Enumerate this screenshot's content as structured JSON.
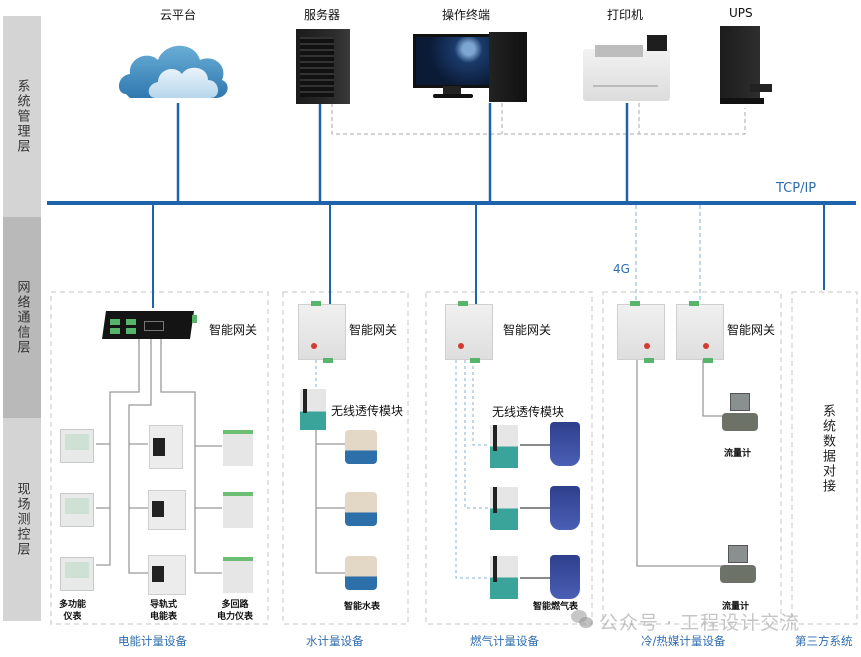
{
  "layers": [
    {
      "label": "系统管理层"
    },
    {
      "label": "网络通信层"
    },
    {
      "label": "现场测控层"
    }
  ],
  "top_devices": [
    {
      "label": "云平台",
      "icon": "cloud-icon"
    },
    {
      "label": "服务器",
      "icon": "server-icon"
    },
    {
      "label": "操作终端",
      "icon": "desktop-computer-icon"
    },
    {
      "label": "打印机",
      "icon": "printer-icon"
    },
    {
      "label": "UPS",
      "icon": "ups-icon"
    }
  ],
  "network": {
    "bus_label": "TCP/IP",
    "wireless_label": "4G"
  },
  "sections": {
    "electric": {
      "gateway_label": "智能网关",
      "devices": [
        {
          "label_line1": "多功能",
          "label_line2": "仪表"
        },
        {
          "label_line1": "导轨式",
          "label_line2": "电能表"
        },
        {
          "label_line1": "多回路",
          "label_line2": "电力仪表"
        }
      ],
      "category": "电能计量设备"
    },
    "water": {
      "gateway_label": "智能网关",
      "module_label": "无线透传模块",
      "meter_label": "智能水表",
      "category": "水计量设备"
    },
    "gas": {
      "gateway_label": "智能网关",
      "module_label": "无线透传模块",
      "meter_label": "智能燃气表",
      "category": "燃气计量设备"
    },
    "thermal": {
      "gateway_label": "智能网关",
      "meter_label_1": "流量计",
      "meter_label_2": "流量计",
      "category": "冷/热媒计量设备"
    },
    "third_party": {
      "text": "系统数据对接",
      "category": "第三方系统"
    }
  },
  "watermark": "公众号 · 工程设计交流",
  "colors": {
    "bus": "#1f63ad",
    "category_text": "#2e6db0",
    "layer_bg_light": "#d4d4d4",
    "layer_bg_dark": "#b8b8b8"
  }
}
